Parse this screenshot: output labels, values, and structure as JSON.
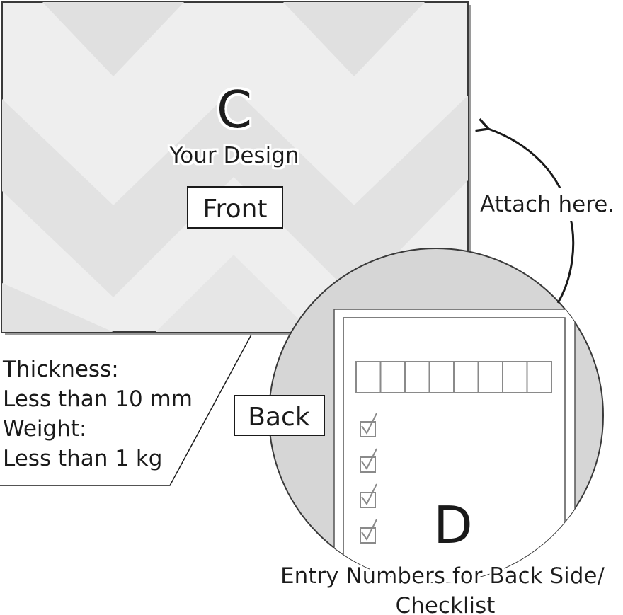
{
  "front": {
    "letter": "C",
    "subtitle": "Your Design",
    "side_label": "Front"
  },
  "specs": {
    "lines": [
      "Thickness:",
      "Less than 10 mm",
      "Weight:",
      "Less than 1 kg"
    ]
  },
  "attach": {
    "label": "Attach here."
  },
  "back": {
    "side_label": "Back",
    "letter": "D",
    "caption_lines": [
      "Entry Numbers for Back Side/",
      "Checklist"
    ],
    "entry_box_count": 8,
    "checkbox_count": 4
  },
  "colors": {
    "card_fill": "#eeeeee",
    "chevron": "#e0e0e0",
    "outline": "#3a3a3a",
    "circle_fill": "#d6d6d6",
    "text": "#1a1a1a",
    "checkbox": "#8a8a8a"
  }
}
